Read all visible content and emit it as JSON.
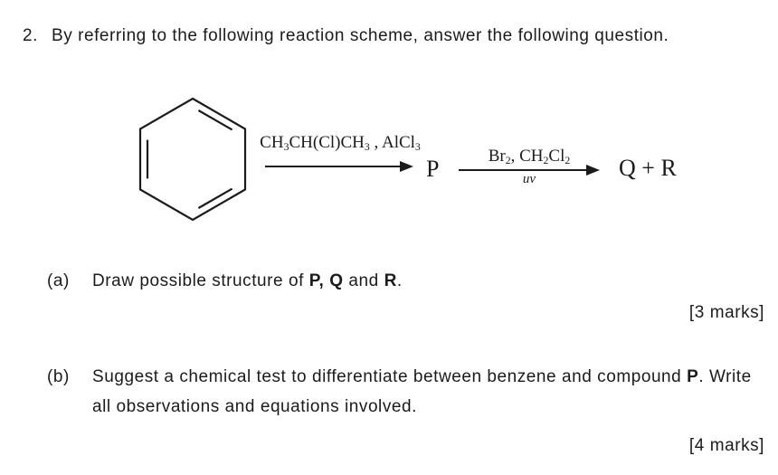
{
  "page": {
    "background": "#ffffff",
    "text_color": "#1b1b1b",
    "line_color": "#1b1b1b"
  },
  "question": {
    "number": "2.",
    "intro": "By referring to the following reaction scheme, answer the following question."
  },
  "scheme": {
    "reactant_icon": "benzene-ring",
    "step1": {
      "reagents": "CH_3CH(Cl)CH_3 , AlCl_3",
      "product": "P"
    },
    "step2": {
      "reagents": "Br_2, CH_2Cl_2",
      "condition": "uv",
      "products": "Q + R"
    }
  },
  "parts": [
    {
      "label": "(a)",
      "text": "Draw possible structure of **P, Q** and **R**.",
      "marks": "[3 marks]"
    },
    {
      "label": "(b)",
      "text": "Suggest a chemical test to differentiate between benzene and compound **P**. Write all observations and equations involved.",
      "marks": "[4 marks]"
    }
  ]
}
